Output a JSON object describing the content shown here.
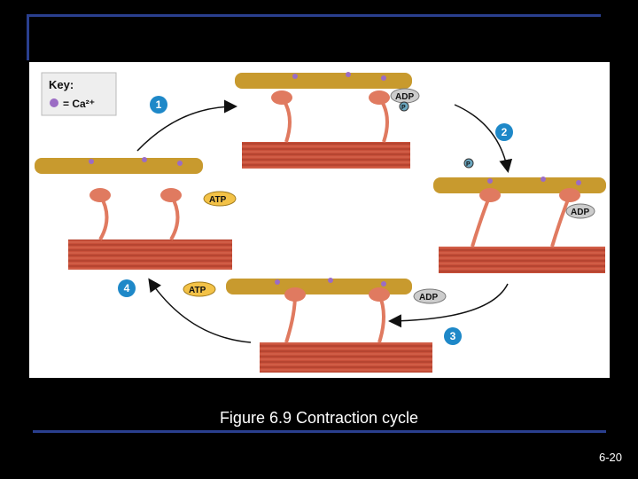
{
  "figure": {
    "key": {
      "title": "Key:",
      "entry": "= Ca²⁺"
    },
    "steps": [
      "1",
      "2",
      "3",
      "4"
    ],
    "molecules": {
      "adp": "ADP",
      "atp": "ATP",
      "phosphate": "P"
    }
  },
  "caption": "Figure 6.9 Contraction cycle",
  "slide_number": "6-20",
  "colors": {
    "background": "#000000",
    "rule": "#2a3f8f",
    "step_badge": "#1e88c8",
    "thick_filament": "#c8503a",
    "myosin_head": "#e07a60",
    "actin": "#c89a2e",
    "calcium": "#9b6cc4"
  }
}
